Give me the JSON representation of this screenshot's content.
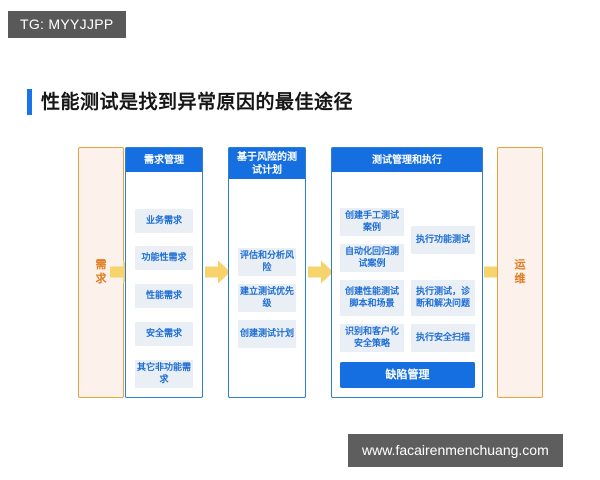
{
  "watermarks": {
    "top_badge": "TG: MYYJJPP",
    "bottom_badge": "www.facairenmenchuang.com"
  },
  "title": "性能测试是找到异常原因的最佳途径",
  "colors": {
    "accent_blue": "#156fe0",
    "title_bar": "#1a73e8",
    "orange_border": "#e8a33d",
    "orange_fill": "#fdf1ec",
    "orange_text": "#e07b1e",
    "arrow_fill": "#f7d46b",
    "item_fill": "#eaeff6",
    "item_text": "#1f6fd4"
  },
  "diagram": {
    "start_stage": {
      "label": "需求"
    },
    "end_stage": {
      "label": "运维"
    },
    "columns": [
      {
        "header": "需求管理",
        "items": [
          "业务需求",
          "功能性需求",
          "性能需求",
          "安全需求",
          "其它非功能需求"
        ]
      },
      {
        "header": "基于风险的测试计划",
        "items": [
          "评估和分析风险",
          "建立测试优先级",
          "创建测试计划"
        ]
      },
      {
        "header": "测试管理和执行",
        "items_left": [
          "创建手工测试案例",
          "自动化回归测试案例",
          "创建性能测试脚本和场景",
          "识别和客户化安全策略"
        ],
        "items_right": [
          "执行功能测试",
          "执行测试，诊断和解决问题",
          "执行安全扫描"
        ],
        "footer_item": "缺陷管理"
      }
    ],
    "arrows": [
      "arrow-requirements-to-reqmgmt",
      "arrow-reqmgmt-to-testplan",
      "arrow-testplan-to-testexec",
      "arrow-testexec-to-ops"
    ]
  }
}
